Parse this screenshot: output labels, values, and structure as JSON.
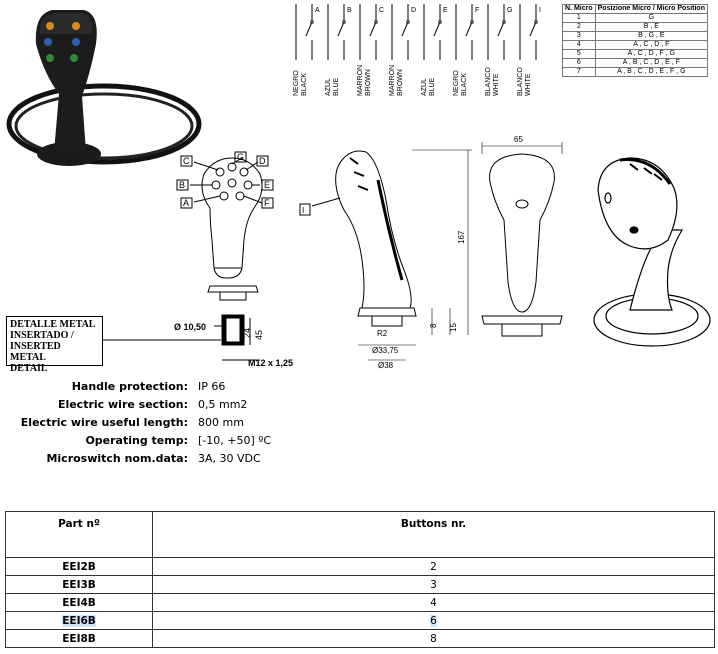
{
  "wiring": {
    "switch_letters": [
      "A",
      "B",
      "C",
      "D",
      "E",
      "F",
      "G",
      "I"
    ],
    "wires": [
      {
        "line1": "NEGRO",
        "line2": "BLACK"
      },
      {
        "line1": "AZUL",
        "line2": "BLUE"
      },
      {
        "line1": "MARRON",
        "line2": "BROWN"
      },
      {
        "line1": "MARRON",
        "line2": "BROWN"
      },
      {
        "line1": "AZUL",
        "line2": "BLUE"
      },
      {
        "line1": "NEGRO",
        "line2": "BLACK"
      },
      {
        "line1": "BLANCO",
        "line2": "WHITE"
      },
      {
        "line1": "BLANCO",
        "line2": "WHITE"
      }
    ]
  },
  "micro_table": {
    "headers": [
      "N. Micro",
      "Posizione Micro / Micro Position"
    ],
    "rows": [
      [
        "1",
        "G"
      ],
      [
        "2",
        "B , E"
      ],
      [
        "3",
        "B , G , E"
      ],
      [
        "4",
        "A , C , D , F"
      ],
      [
        "5",
        "A , C , D , F , G"
      ],
      [
        "6",
        "A , B , C , D , E , F"
      ],
      [
        "7",
        "A , B , C , D , E , F , G"
      ]
    ]
  },
  "drawing": {
    "button_letters": {
      "c": "C",
      "g": "G",
      "d": "D",
      "b": "B",
      "e": "E",
      "a": "A",
      "f": "F"
    },
    "callout_i": "I",
    "dims": {
      "d1050": "Ø 10,50",
      "d24": "24",
      "d45": "45",
      "m12": "M12 x 1,25",
      "r2": "R2",
      "d3375": "Ø33,75",
      "d38": "Ø38",
      "d8": "8",
      "d15": "15",
      "d167": "167",
      "d65": "65"
    },
    "detail_label": [
      "DETALLE METAL",
      "INSERTADO /",
      "INSERTED METAL",
      "DETAIL"
    ]
  },
  "specs": [
    {
      "label": "Handle protection:",
      "value": "IP 66"
    },
    {
      "label": "Electric wire section:",
      "value": "0,5 mm2"
    },
    {
      "label": "Electric wire useful length:",
      "value": "800 mm"
    },
    {
      "label": "Operating temp:",
      "value": "[-10, +50] ºC"
    },
    {
      "label": "Microswitch nom.data:",
      "value": "3A, 30 VDC"
    }
  ],
  "part_table": {
    "headers": [
      "Part nº",
      "Buttons nr."
    ],
    "rows": [
      {
        "part": "EEI2B",
        "buttons": "2"
      },
      {
        "part": "EEI3B",
        "buttons": "3"
      },
      {
        "part": "EEI4B",
        "buttons": "4"
      },
      {
        "part": "EEI6B",
        "buttons": "6"
      },
      {
        "part": "EEI8B",
        "buttons": "8"
      }
    ]
  },
  "colors": {
    "highlight": "#cfe4f7",
    "button_orange": "#d98a1c",
    "button_blue": "#2f5fb0",
    "button_green": "#2f8a3a"
  }
}
